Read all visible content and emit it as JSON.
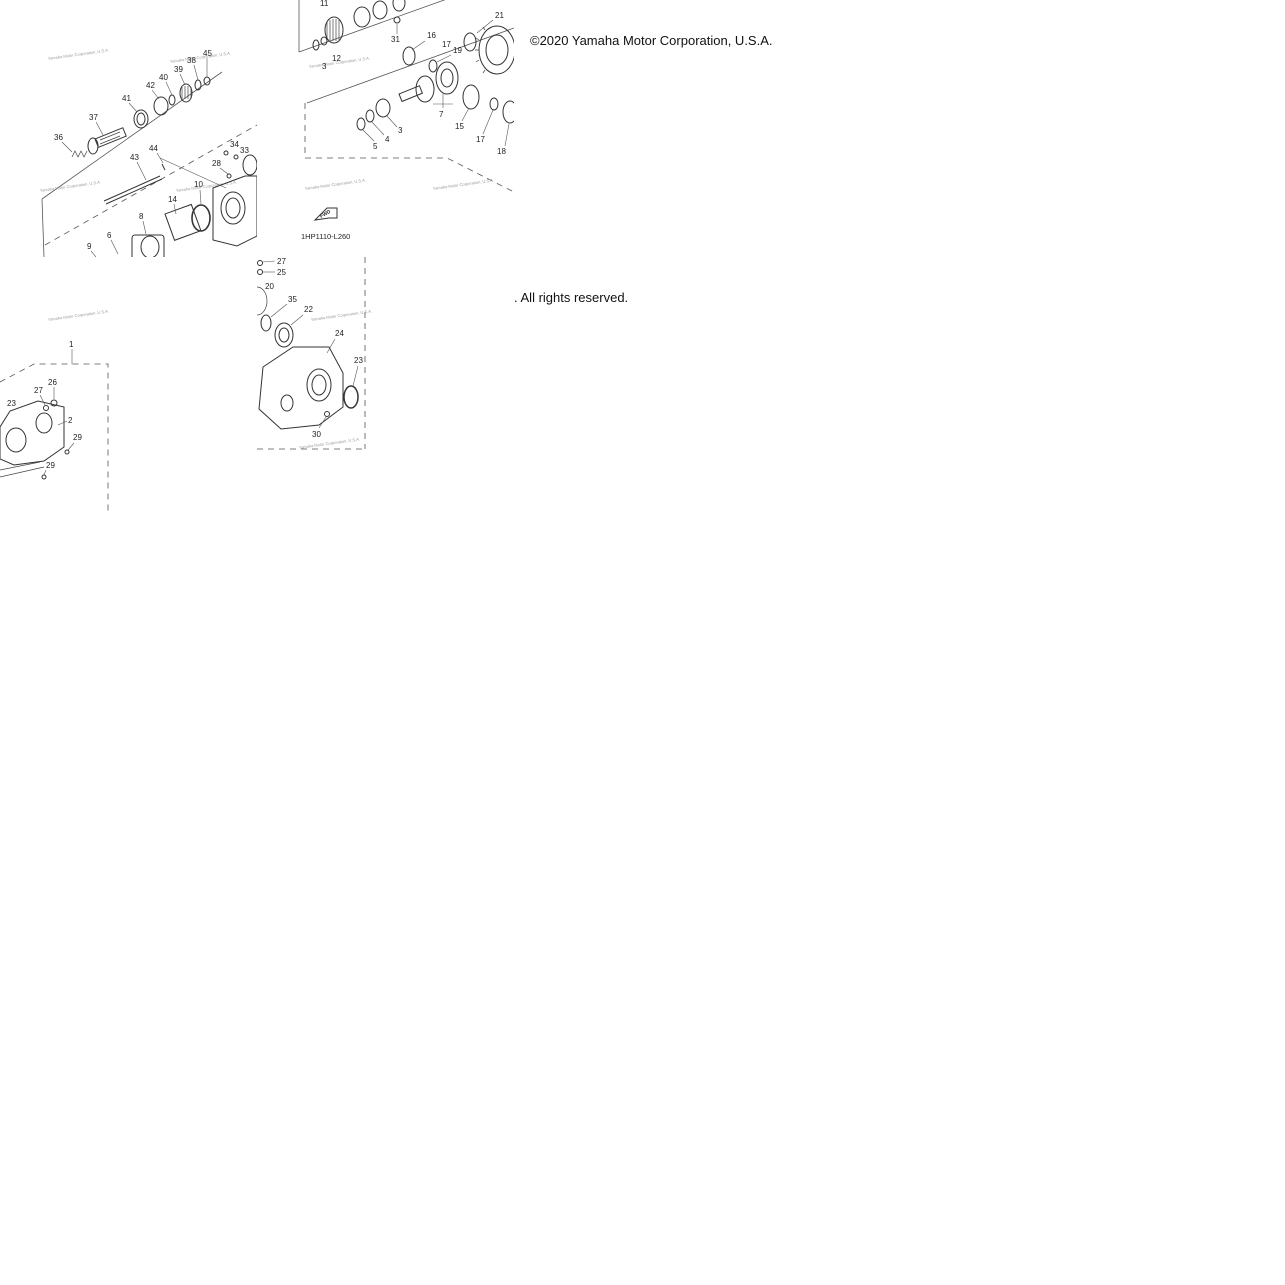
{
  "copyright": {
    "line1": "©2020 Yamaha Motor Corporation, U.S.A.",
    "line2": ". All rights reserved."
  },
  "diagram": {
    "code": "1HP1110-L260",
    "fwd_label": "FWD",
    "watermark": "Yamaha Motor Corporation, U.S.A.",
    "callouts": {
      "c1": "1",
      "c2": "2",
      "c3": "3",
      "c4": "4",
      "c5": "5",
      "c6": "6",
      "c7": "7",
      "c8": "8",
      "c9": "9",
      "c10": "10",
      "c11": "11",
      "c12": "12",
      "c14": "14",
      "c15": "15",
      "c16": "16",
      "c17": "17",
      "c18": "18",
      "c19": "19",
      "c20": "20",
      "c21": "21",
      "c22": "22",
      "c23": "23",
      "c24": "24",
      "c25": "25",
      "c26": "26",
      "c27": "27",
      "c28": "28",
      "c29": "29",
      "c30": "30",
      "c31": "31",
      "c33": "33",
      "c34": "34",
      "c35": "35",
      "c36": "36",
      "c37": "37",
      "c38": "38",
      "c39": "39",
      "c40": "40",
      "c41": "41",
      "c42": "42",
      "c43": "43",
      "c44": "44",
      "c45": "45"
    }
  }
}
